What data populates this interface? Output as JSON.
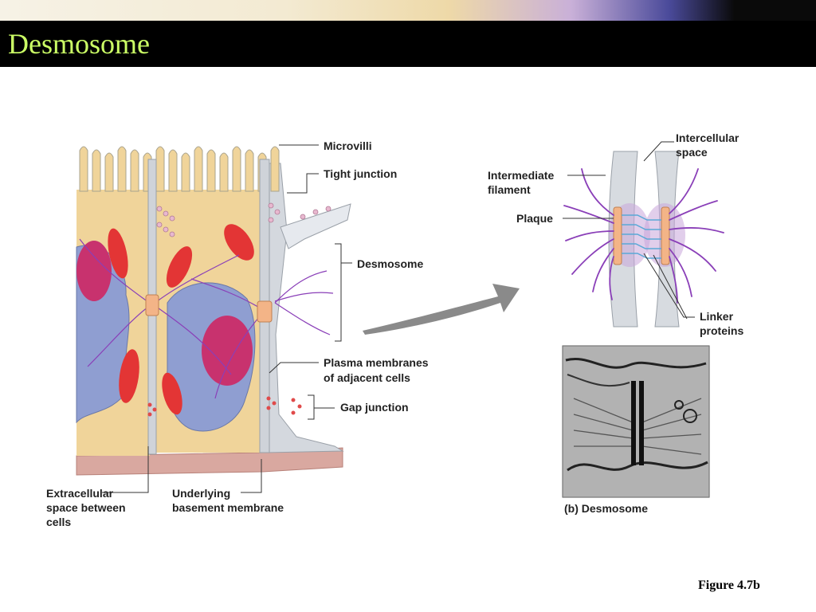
{
  "slide": {
    "title": "Desmosome",
    "figure_ref": "Figure 4.7b"
  },
  "labels": {
    "microvilli": "Microvilli",
    "tight_junction": "Tight junction",
    "desmosome": "Desmosome",
    "plasma_membranes_1": "Plasma membranes",
    "plasma_membranes_2": "of adjacent cells",
    "gap_junction": "Gap junction",
    "extracellular_1": "Extracellular",
    "extracellular_2": "space between",
    "extracellular_3": "cells",
    "basement_1": "Underlying",
    "basement_2": "basement membrane",
    "intercellular_1": "Intercellular",
    "intercellular_2": "space",
    "intermediate_1": "Intermediate",
    "intermediate_2": "filament",
    "plaque": "Plaque",
    "linker_1": "Linker",
    "linker_2": "proteins",
    "caption": "(b) Desmosome"
  },
  "colors": {
    "title_text": "#ccff66",
    "cytoplasm": "#f0d49a",
    "membrane": "#cfd3d9",
    "nucleus": "#8f9ed1",
    "chromatin": "#c8326e",
    "mitochondria": "#e33535",
    "filament": "#8a3fb8",
    "plaque": "#f3b487",
    "linker": "#5aa9d6",
    "basement": "#d9a8a0"
  }
}
